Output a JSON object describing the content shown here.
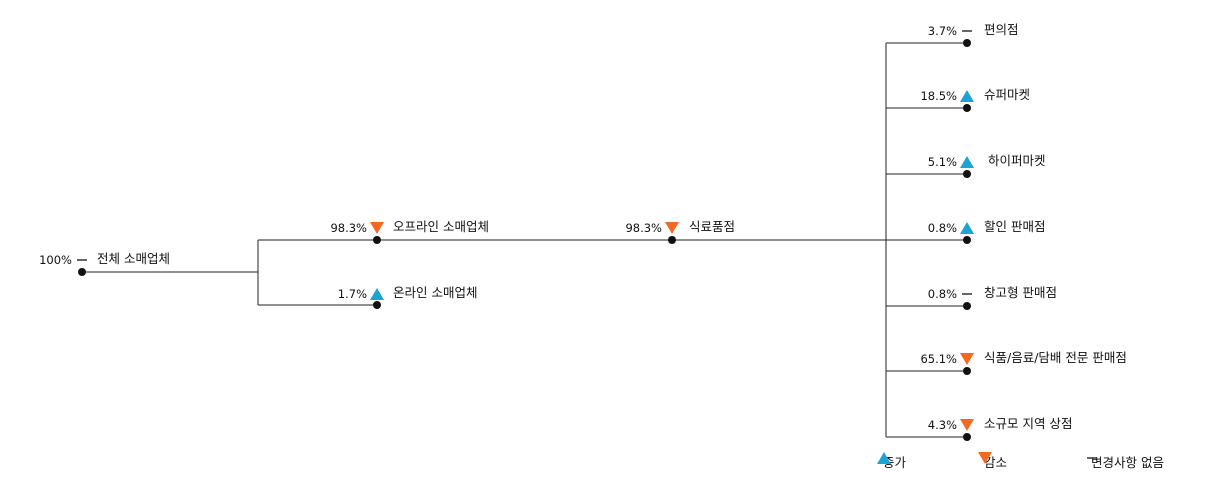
{
  "colors": {
    "increase": "#1ba3d3",
    "decrease": "#f26a21",
    "neutral": "#333333",
    "line": "#222222"
  },
  "nodes": {
    "total": {
      "percent": "100%",
      "label": "전체 소매업체",
      "trend": "none"
    },
    "offline": {
      "percent": "98.3%",
      "label": "오프라인 소매업체",
      "trend": "down"
    },
    "online": {
      "percent": "1.7%",
      "label": "온라인 소매업체",
      "trend": "up"
    },
    "grocery": {
      "percent": "98.3%",
      "label": "식료품점",
      "trend": "down"
    },
    "convenience": {
      "percent": "3.7%",
      "label": "편의점",
      "trend": "none"
    },
    "supermarket": {
      "percent": "18.5%",
      "label": "슈퍼마켓",
      "trend": "up"
    },
    "hypermarket": {
      "percent": "5.1%",
      "label": "하이퍼마켓",
      "trend": "up"
    },
    "discount": {
      "percent": "0.8%",
      "label": "할인 판매점",
      "trend": "up"
    },
    "warehouse": {
      "percent": "0.8%",
      "label": "창고형 판매점",
      "trend": "none"
    },
    "specialty": {
      "percent": "65.1%",
      "label": "식품/음료/담배 전문 판매점",
      "trend": "down"
    },
    "local": {
      "percent": "4.3%",
      "label": "소규모 지역 상점",
      "trend": "down"
    }
  },
  "legend": {
    "increase": "증가",
    "decrease": "감소",
    "none": "변경사항 없음"
  }
}
